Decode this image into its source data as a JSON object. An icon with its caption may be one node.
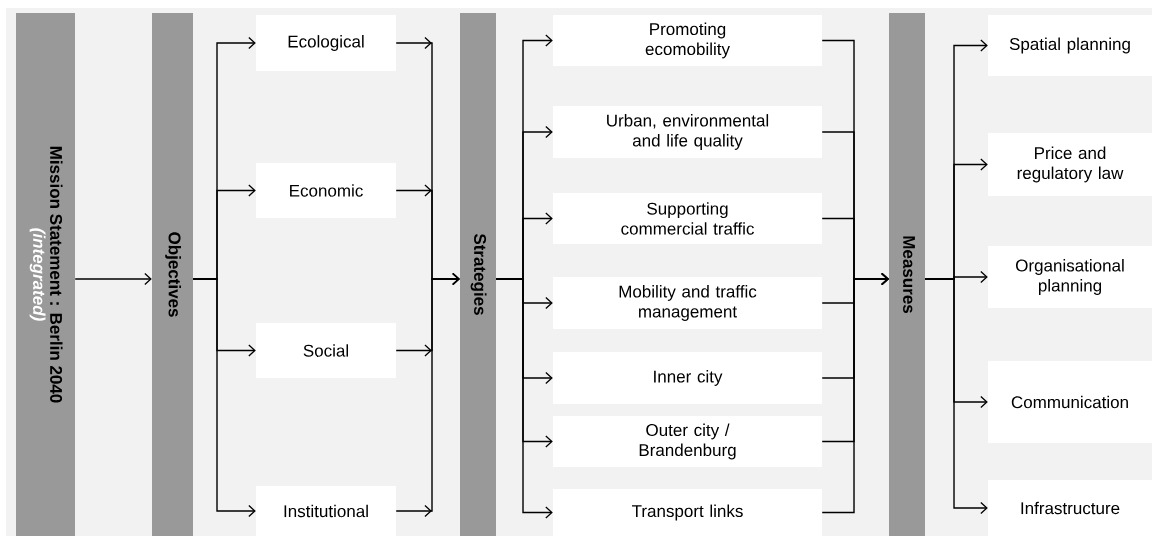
{
  "diagram": {
    "nodes": [
      {
        "text": [
          "Mission Statement : Berlin 2040",
          "(integrated)"
        ]
      },
      {
        "text": [
          "Objectives"
        ]
      },
      {
        "text": [
          "Ecological"
        ]
      },
      {
        "text": [
          "Economic"
        ]
      },
      {
        "text": [
          "Social"
        ]
      },
      {
        "text": [
          "Institutional"
        ]
      },
      {
        "text": [
          "Strategies"
        ]
      },
      {
        "text": [
          "Promoting ecomobility"
        ]
      },
      {
        "text": [
          "Urban, environmental and life quality"
        ]
      },
      {
        "text": [
          "Supporting commercial traffic"
        ]
      },
      {
        "text": [
          "Mobility and traffic management"
        ]
      },
      {
        "text": [
          "Inner city"
        ]
      },
      {
        "text": [
          "Outer city / Brandenburg"
        ]
      },
      {
        "text": [
          "Transport links"
        ]
      },
      {
        "text": [
          "Measures"
        ]
      },
      {
        "text": [
          "Spatial planning"
        ]
      },
      {
        "text": [
          "Price and regulatory law"
        ]
      },
      {
        "text": [
          "Organisational planning"
        ]
      },
      {
        "text": [
          "Communication"
        ]
      },
      {
        "text": [
          "Infrastructure"
        ]
      }
    ],
    "edges": [
      {
        "from": 0,
        "to": 1,
        "arrow": "to"
      },
      {
        "from": 1,
        "to": 2,
        "arrow": "to"
      },
      {
        "from": 1,
        "to": 3,
        "arrow": "to"
      },
      {
        "from": 1,
        "to": 4,
        "arrow": "to"
      },
      {
        "from": 1,
        "to": 5,
        "arrow": "to"
      },
      {
        "from": 2,
        "to": 6,
        "arrow": "to"
      },
      {
        "from": 3,
        "to": 6,
        "arrow": "to"
      },
      {
        "from": 4,
        "to": 6,
        "arrow": "to"
      },
      {
        "from": 5,
        "to": 6,
        "arrow": "to"
      },
      {
        "from": 6,
        "to": 7,
        "arrow": "to"
      },
      {
        "from": 6,
        "to": 8,
        "arrow": "to"
      },
      {
        "from": 6,
        "to": 9,
        "arrow": "to"
      },
      {
        "from": 6,
        "to": 10,
        "arrow": "to"
      },
      {
        "from": 6,
        "to": 11,
        "arrow": "to"
      },
      {
        "from": 6,
        "to": 12,
        "arrow": "to"
      },
      {
        "from": 6,
        "to": 13,
        "arrow": "to"
      },
      {
        "from": 7,
        "to": 14,
        "arrow": "to"
      },
      {
        "from": 8,
        "to": 14,
        "arrow": "to"
      },
      {
        "from": 9,
        "to": 14,
        "arrow": "to"
      },
      {
        "from": 10,
        "to": 14,
        "arrow": "to"
      },
      {
        "from": 11,
        "to": 14,
        "arrow": "to"
      },
      {
        "from": 12,
        "to": 14,
        "arrow": "to"
      },
      {
        "from": 13,
        "to": 14,
        "arrow": "to"
      },
      {
        "from": 14,
        "to": 15,
        "arrow": "to"
      },
      {
        "from": 14,
        "to": 16,
        "arrow": "to"
      },
      {
        "from": 14,
        "to": 17,
        "arrow": "to"
      },
      {
        "from": 14,
        "to": 18,
        "arrow": "to"
      },
      {
        "from": 14,
        "to": 19,
        "arrow": "to"
      }
    ]
  }
}
